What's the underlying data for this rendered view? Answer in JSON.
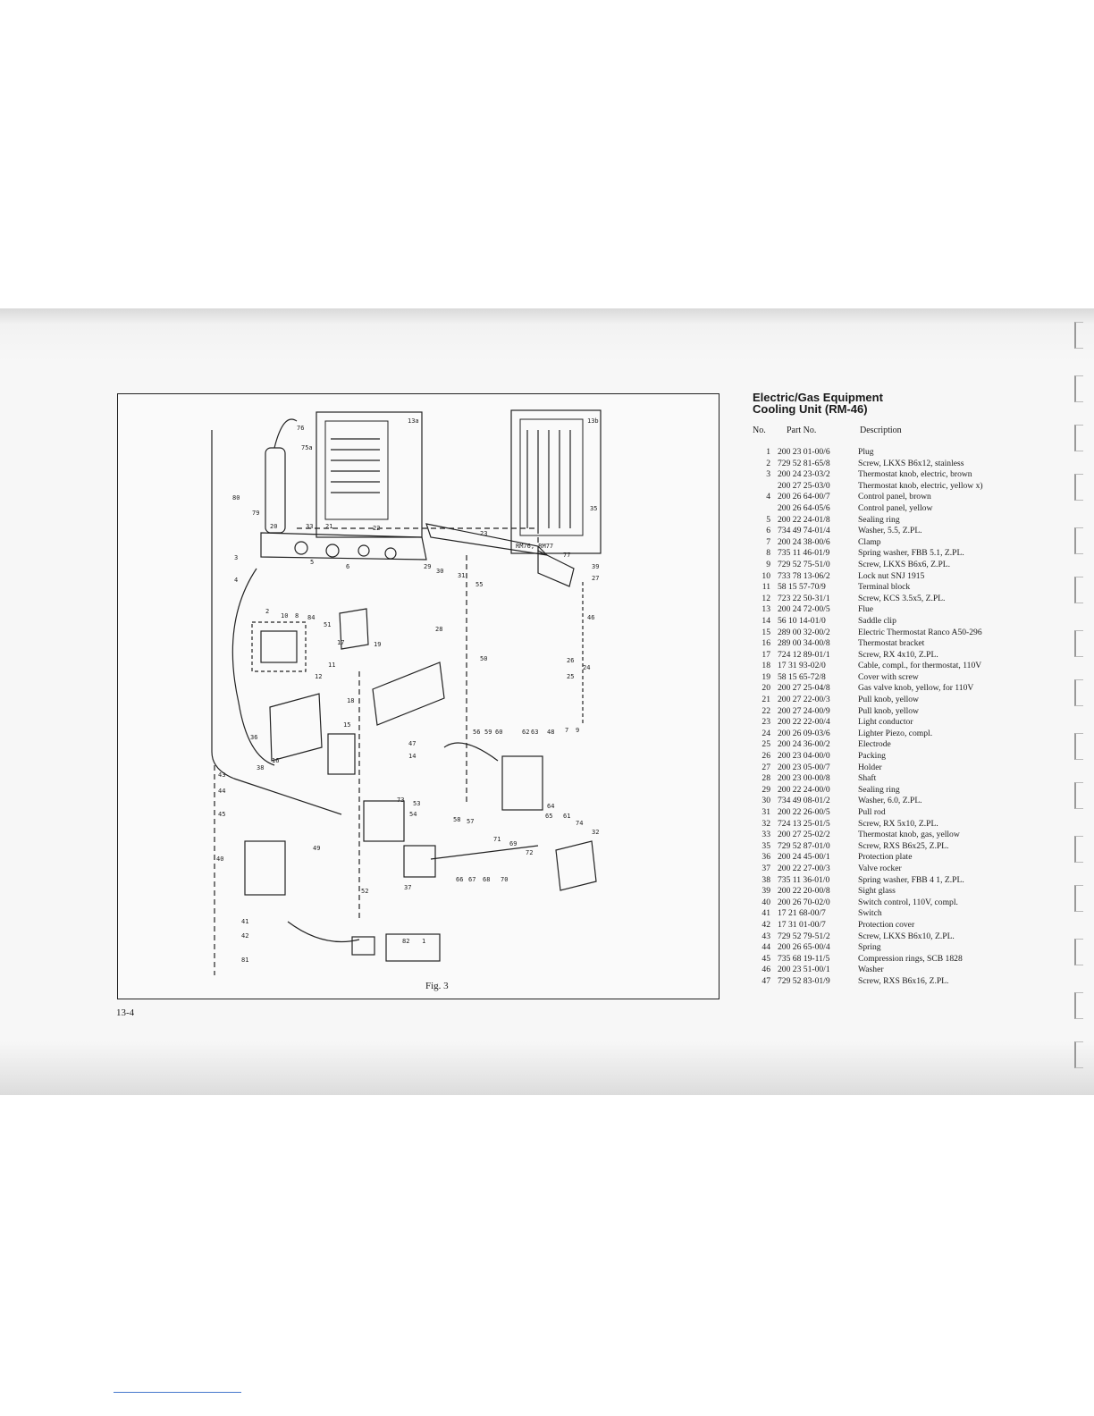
{
  "page": {
    "page_number": "13-4",
    "figure_caption": "Fig. 3"
  },
  "heading": {
    "line1": "Electric/Gas Equipment",
    "line2": "Cooling Unit (RM-46)"
  },
  "columns": {
    "no": "No.",
    "part_no": "Part No.",
    "description": "Description"
  },
  "parts": [
    {
      "no": "1",
      "part": "200 23 01-00/6",
      "desc": "Plug"
    },
    {
      "no": "2",
      "part": "729 52 81-65/8",
      "desc": "Screw, LKXS B6x12, stainless"
    },
    {
      "no": "3",
      "part": "200 24 23-03/2",
      "desc": "Thermostat knob, electric, brown"
    },
    {
      "no": "",
      "part": "200 27 25-03/0",
      "desc": "Thermostat knob, electric, yellow    x)"
    },
    {
      "no": "4",
      "part": "200 26 64-00/7",
      "desc": "Control panel, brown"
    },
    {
      "no": "",
      "part": "200 26 64-05/6",
      "desc": "Control panel, yellow"
    },
    {
      "no": "5",
      "part": "200 22 24-01/8",
      "desc": "Sealing ring"
    },
    {
      "no": "6",
      "part": "734 49 74-01/4",
      "desc": "Washer, 5.5, Z.PL."
    },
    {
      "no": "7",
      "part": "200 24 38-00/6",
      "desc": "Clamp"
    },
    {
      "no": "8",
      "part": "735 11 46-01/9",
      "desc": "Spring washer, FBB 5.1, Z.PL."
    },
    {
      "no": "9",
      "part": "729 52 75-51/0",
      "desc": "Screw, LKXS B6x6, Z.PL."
    },
    {
      "no": "10",
      "part": "733 78 13-06/2",
      "desc": "Lock nut SNJ 1915"
    },
    {
      "no": "11",
      "part": "58 15 57-70/9",
      "desc": "Terminal block"
    },
    {
      "no": "12",
      "part": "723 22 50-31/1",
      "desc": "Screw, KCS 3.5x5, Z.PL."
    },
    {
      "no": "13",
      "part": "200 24 72-00/5",
      "desc": "Flue"
    },
    {
      "no": "14",
      "part": "56 10 14-01/0",
      "desc": "Saddle clip"
    },
    {
      "no": "15",
      "part": "289 00 32-00/2",
      "desc": "Electric Thermostat Ranco A50-296"
    },
    {
      "no": "16",
      "part": "289 00 34-00/8",
      "desc": "Thermostat bracket"
    },
    {
      "no": "17",
      "part": "724 12 89-01/1",
      "desc": "Screw, RX 4x10, Z.PL."
    },
    {
      "no": "18",
      "part": "17 31 93-02/0",
      "desc": "Cable, compl., for thermostat, 110V"
    },
    {
      "no": "19",
      "part": "58 15 65-72/8",
      "desc": "Cover with screw"
    },
    {
      "no": "20",
      "part": "200 27 25-04/8",
      "desc": "Gas valve knob, yellow, for 110V"
    },
    {
      "no": "21",
      "part": "200 27 22-00/3",
      "desc": "Pull knob, yellow"
    },
    {
      "no": "22",
      "part": "200 27 24-00/9",
      "desc": "Pull knob, yellow"
    },
    {
      "no": "23",
      "part": "200 22 22-00/4",
      "desc": "Light conductor"
    },
    {
      "no": "24",
      "part": "200 26 09-03/6",
      "desc": "Lighter Piezo, compl."
    },
    {
      "no": "25",
      "part": "200 24 36-00/2",
      "desc": "Electrode"
    },
    {
      "no": "26",
      "part": "200 23 04-00/0",
      "desc": "Packing"
    },
    {
      "no": "27",
      "part": "200 23 05-00/7",
      "desc": "Holder"
    },
    {
      "no": "28",
      "part": "200 23 00-00/8",
      "desc": "Shaft"
    },
    {
      "no": "29",
      "part": "200 22 24-00/0",
      "desc": "Sealing ring"
    },
    {
      "no": "30",
      "part": "734 49 08-01/2",
      "desc": "Washer, 6.0, Z.PL."
    },
    {
      "no": "31",
      "part": "200 22 26-00/5",
      "desc": "Pull rod"
    },
    {
      "no": "32",
      "part": "724 13 25-01/5",
      "desc": "Screw, RX 5x10, Z.PL."
    },
    {
      "no": "33",
      "part": "200 27 25-02/2",
      "desc": "Thermostat knob, gas, yellow"
    },
    {
      "no": "35",
      "part": "729 52 87-01/0",
      "desc": "Screw, RXS B6x25, Z.PL."
    },
    {
      "no": "36",
      "part": "200 24 45-00/1",
      "desc": "Protection plate"
    },
    {
      "no": "37",
      "part": "200 22 27-00/3",
      "desc": "Valve rocker"
    },
    {
      "no": "38",
      "part": "735 11 36-01/0",
      "desc": "Spring washer, FBB 4 1, Z.PL."
    },
    {
      "no": "39",
      "part": "200 22 20-00/8",
      "desc": "Sight glass"
    },
    {
      "no": "40",
      "part": "200 26 70-02/0",
      "desc": "Switch control, 110V, compl."
    },
    {
      "no": "41",
      "part": "17 21 68-00/7",
      "desc": "Switch"
    },
    {
      "no": "42",
      "part": "17 31 01-00/7",
      "desc": "Protection cover"
    },
    {
      "no": "43",
      "part": "729 52 79-51/2",
      "desc": "Screw, LKXS B6x10, Z.PL."
    },
    {
      "no": "44",
      "part": "200 26 65-00/4",
      "desc": "Spring"
    },
    {
      "no": "45",
      "part": "735 68 19-11/5",
      "desc": "Compression rings, SCB 1828"
    },
    {
      "no": "46",
      "part": "200 23 51-00/1",
      "desc": "Washer"
    },
    {
      "no": "47",
      "part": "729 52 83-01/9",
      "desc": "Screw, RXS B6x16, Z.PL."
    }
  ],
  "diagram_labels": {
    "inset_left_tag": "13a",
    "inset_right_tag": "13b",
    "model_tag": "RM76, RM77",
    "callouts": [
      "80",
      "79",
      "20",
      "33",
      "21",
      "22",
      "23",
      "3",
      "4",
      "2",
      "10",
      "8",
      "84",
      "51",
      "17",
      "19",
      "11",
      "12",
      "18",
      "15",
      "36",
      "16",
      "38",
      "29",
      "30",
      "31",
      "55",
      "28",
      "5",
      "6",
      "76",
      "75a",
      "35",
      "77",
      "39",
      "27",
      "46",
      "26",
      "24",
      "25",
      "50",
      "9",
      "7",
      "47",
      "14",
      "56",
      "59",
      "60",
      "62",
      "63",
      "48",
      "53",
      "54",
      "58",
      "57",
      "64",
      "65",
      "61",
      "73",
      "74",
      "32",
      "71",
      "69",
      "72",
      "66",
      "67",
      "68",
      "70",
      "37",
      "49",
      "52",
      "40",
      "43",
      "44",
      "45",
      "41",
      "42",
      "81",
      "82",
      "1"
    ]
  }
}
